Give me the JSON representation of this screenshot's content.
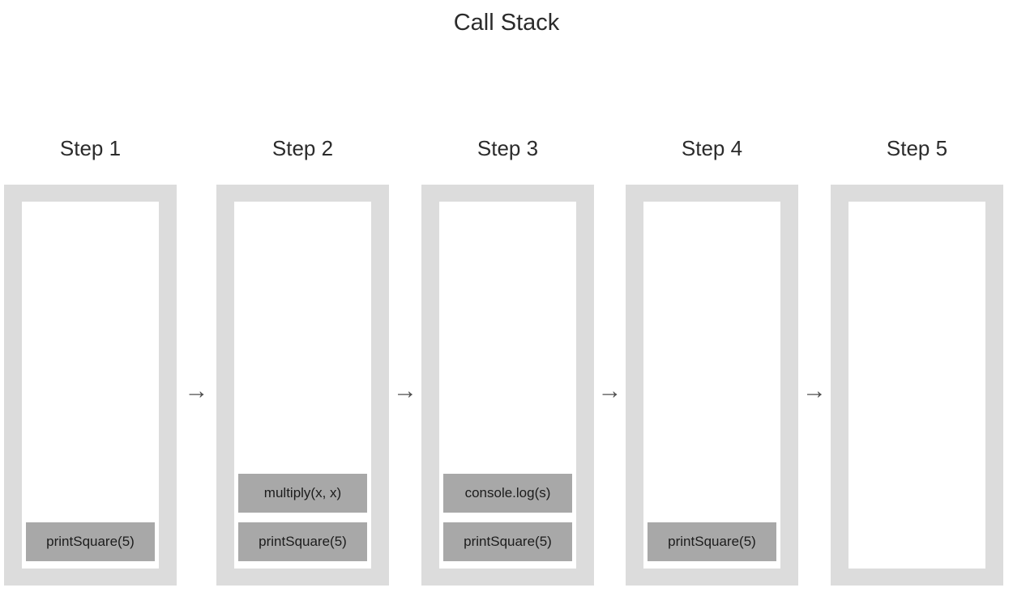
{
  "title": "Call Stack",
  "arrow_glyph": "→",
  "colors": {
    "frame": "#dcdcdc",
    "frame_inner": "#ffffff",
    "stack_item": "#a8a8a8",
    "stack_text": "#1c1c1c",
    "text": "#2b2b2b",
    "arrow": "#4f4f4f"
  },
  "steps": [
    {
      "label": "Step 1",
      "frames": [
        "printSquare(5)"
      ]
    },
    {
      "label": "Step 2",
      "frames": [
        "multiply(x, x)",
        "printSquare(5)"
      ]
    },
    {
      "label": "Step 3",
      "frames": [
        "console.log(s)",
        "printSquare(5)"
      ]
    },
    {
      "label": "Step 4",
      "frames": [
        "printSquare(5)"
      ]
    },
    {
      "label": "Step 5",
      "frames": []
    }
  ]
}
